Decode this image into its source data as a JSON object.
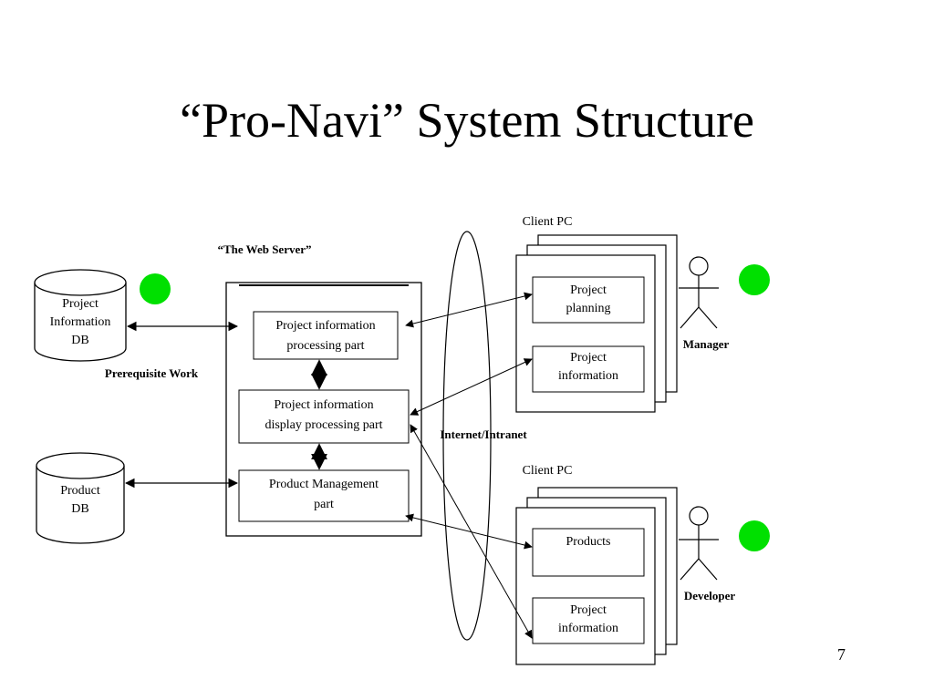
{
  "slide": {
    "title": "“Pro-Navi” System Structure",
    "page_number": "7"
  },
  "colors": {
    "status_dot": "#00e000",
    "line": "#000000",
    "background": "#ffffff"
  },
  "databases": {
    "project_db": [
      "Project",
      "Information",
      "DB"
    ],
    "product_db": [
      "Product",
      "DB"
    ]
  },
  "labels": {
    "prerequisite_work": "Prerequisite Work",
    "web_server": "“The Web Server”",
    "network": "Internet/Intranet",
    "client_pc_top": "Client PC",
    "client_pc_bottom": "Client PC",
    "manager": "Manager",
    "developer": "Developer"
  },
  "server_parts": {
    "processing": [
      "Project information",
      "processing part"
    ],
    "display": [
      "Project information",
      "display processing part"
    ],
    "product_management": [
      "Product Management",
      "part"
    ]
  },
  "client_manager": {
    "planning": [
      "Project",
      "planning"
    ],
    "information": [
      "Project",
      "information"
    ]
  },
  "client_developer": {
    "products": [
      "Products"
    ],
    "information": [
      "Project",
      "information"
    ]
  },
  "icons": {
    "actor": "stick-figure-icon",
    "database": "cylinder-icon",
    "status": "green-dot-icon"
  }
}
